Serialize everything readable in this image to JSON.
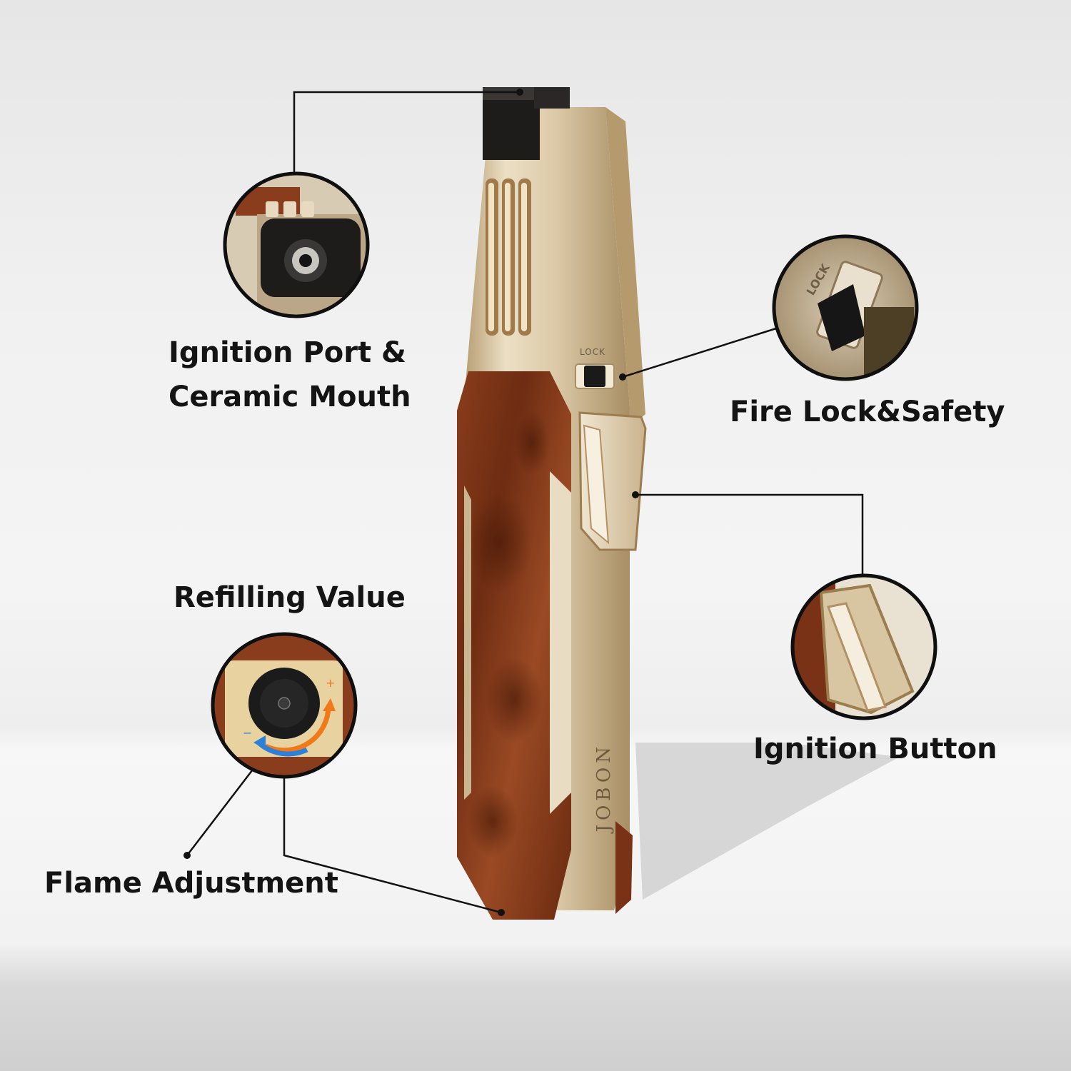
{
  "callouts": {
    "ignition_port": {
      "line1": "Ignition Port &",
      "line2": "Ceramic Mouth"
    },
    "fire_lock": "Fire Lock&Safety",
    "refilling": "Refilling Value",
    "ignition_button": "Ignition Button",
    "flame": "Flame Adjustment"
  },
  "product": {
    "brand": "JOBON",
    "lock_label": "LOCK",
    "lock_label_zoom": "LOCK"
  },
  "colors": {
    "gold_body": "#d8c7a6",
    "wood": "#7a3216",
    "callout_line": "#111111"
  },
  "icons": [
    "flame-dial-icon",
    "rotate-arrow-icon"
  ]
}
